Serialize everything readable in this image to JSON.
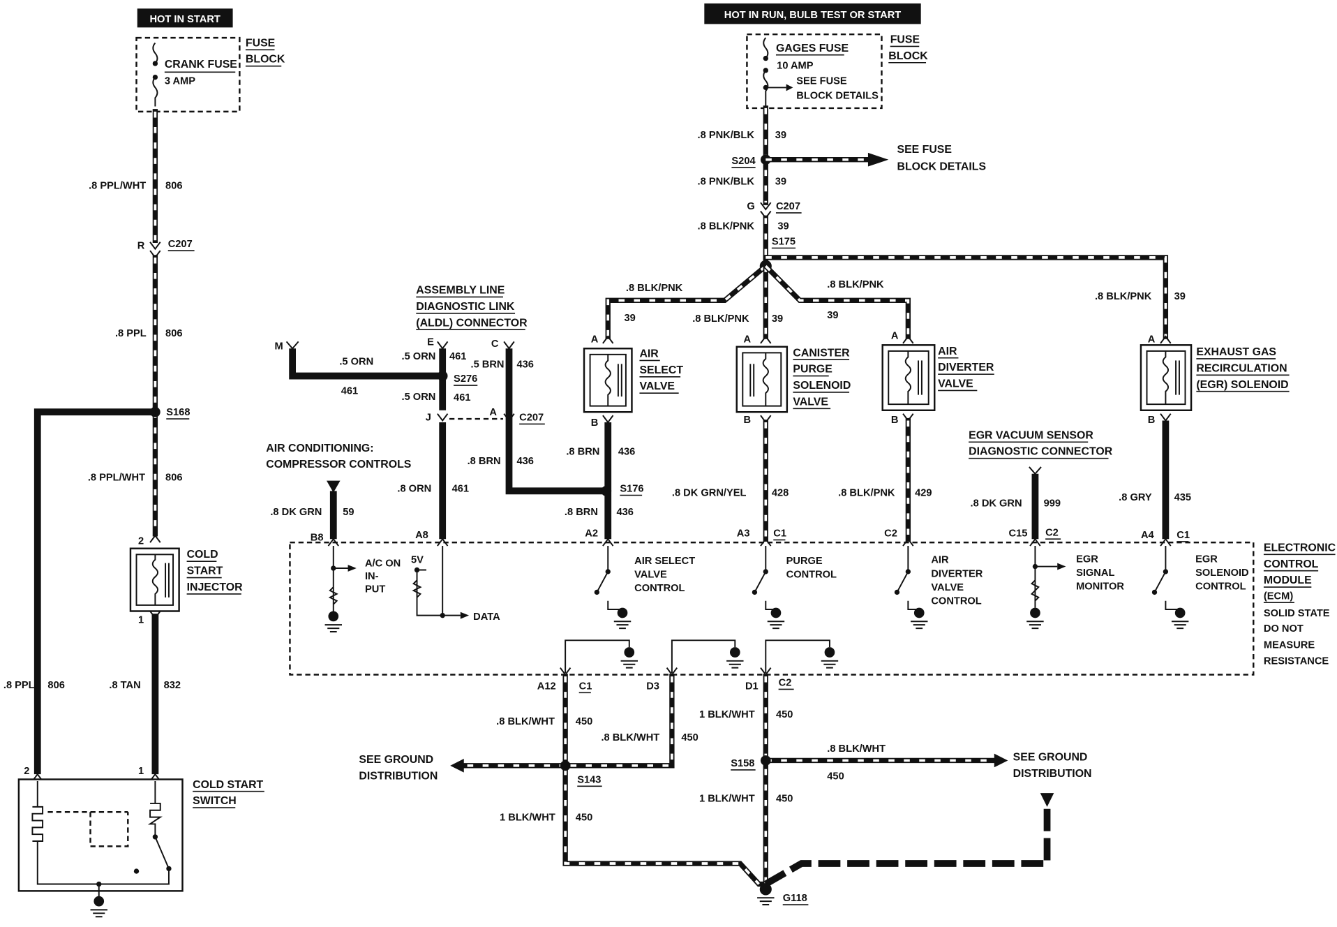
{
  "power": {
    "hot_in_start": "HOT IN START",
    "hot_in_run": "HOT IN RUN, BULB TEST OR START"
  },
  "fuse_block_left": {
    "fuse_label": "FUSE",
    "block_label": "BLOCK",
    "fuse_name": "CRANK FUSE",
    "fuse_rating": "3 AMP"
  },
  "fuse_block_right": {
    "fuse_label": "FUSE",
    "block_label": "BLOCK",
    "fuse_name": "GAGES FUSE",
    "fuse_rating": "10 AMP",
    "see_line1": "SEE FUSE",
    "see_line2": "BLOCK DETAILS"
  },
  "left_circuit": {
    "w1_gauge": ".8 PPL/WHT",
    "w1_num": "806",
    "pin_r": "R",
    "c207": "C207",
    "w2_gauge": ".8 PPL",
    "w2_num": "806",
    "s168": "S168",
    "w3_gauge": ".8 PPL/WHT",
    "w3_num": "806",
    "injector_pin_top": "2",
    "injector_pin_bottom": "1",
    "injector_l1": "COLD",
    "injector_l2": "START",
    "injector_l3": "INJECTOR",
    "w4_gauge": ".8 PPL",
    "w4_num": "806",
    "w5_gauge": ".8 TAN",
    "w5_num": "832",
    "switch_pin2": "2",
    "switch_pin1": "1",
    "switch_l1": "COLD START",
    "switch_l2": "SWITCH"
  },
  "top_right": {
    "w1_gauge": ".8 PNK/BLK",
    "w1_num": "39",
    "s204": "S204",
    "see_line1": "SEE FUSE",
    "see_line2": "BLOCK DETAILS",
    "w2_gauge": ".8 PNK/BLK",
    "w2_num": "39",
    "pin_g": "G",
    "c207": "C207",
    "w3_gauge": ".8 BLK/PNK",
    "w3_num": "39",
    "s175": "S175"
  },
  "branches": {
    "b1_gauge": ".8 BLK/PNK",
    "b1_num": "39",
    "b2_gauge": ".8 BLK/PNK",
    "b2_num": "39",
    "b3_gauge": ".8 BLK/PNK",
    "b3_num": "39",
    "b4_gauge": ".8 BLK/PNK",
    "b4_num": "39"
  },
  "aldl": {
    "l1": "ASSEMBLY LINE",
    "l2": "DIAGNOSTIC LINK",
    "l3": "(ALDL) CONNECTOR",
    "pin_m": "M",
    "pin_e": "E",
    "pin_c": "C",
    "w_m_gauge": ".5 ORN",
    "w_m_num": "461",
    "w_e_gauge": ".5 ORN",
    "w_e_num": "461",
    "w_c_gauge": ".5 BRN",
    "w_c_num": "436",
    "s276": "S276",
    "w_j_gauge": ".5 ORN",
    "w_j_num": "461",
    "pin_j": "J",
    "pin_a": "A",
    "c207": "C207",
    "w_brn_gauge": ".8 BRN",
    "w_brn_num": "436",
    "w_orn_gauge": ".8 ORN",
    "w_orn_num": "461"
  },
  "ac": {
    "l1": "AIR CONDITIONING:",
    "l2": "COMPRESSOR CONTROLS",
    "gauge": ".8 DK GRN",
    "num": "59"
  },
  "air_select": {
    "pin_a": "A",
    "pin_b": "B",
    "l1": "AIR",
    "l2": "SELECT",
    "l3": "VALVE",
    "w_gauge": ".8 BRN",
    "w_num": "436",
    "s176": "S176",
    "w2_gauge": ".8 BRN",
    "w2_num": "436"
  },
  "canister": {
    "pin_a": "A",
    "pin_b": "B",
    "l1": "CANISTER",
    "l2": "PURGE",
    "l3": "SOLENOID",
    "l4": "VALVE",
    "w_gauge": ".8 DK GRN/YEL",
    "w_num": "428"
  },
  "air_diverter": {
    "pin_a": "A",
    "pin_b": "B",
    "l1": "AIR",
    "l2": "DIVERTER",
    "l3": "VALVE",
    "w_gauge": ".8 BLK/PNK",
    "w_num": "429"
  },
  "egr_sensor": {
    "l1": "EGR VACUUM SENSOR",
    "l2": "DIAGNOSTIC CONNECTOR",
    "w_gauge": ".8 DK GRN",
    "w_num": "999"
  },
  "egr_solenoid": {
    "pin_a": "A",
    "pin_b": "B",
    "l1": "EXHAUST GAS",
    "l2": "RECIRCULATION",
    "l3": "(EGR) SOLENOID",
    "w_gauge": ".8 GRY",
    "w_num": "435"
  },
  "ecm": {
    "pins": {
      "b8": "B8",
      "a8": "A8",
      "a2": "A2",
      "a3": "A3",
      "c1a": "C1",
      "c2a": "C2",
      "c15": "C15",
      "c2b": "C2",
      "a4": "A4",
      "c1b": "C1"
    },
    "ac_l1": "A/C ON",
    "ac_l2": "IN-",
    "ac_l3": "PUT",
    "v5": "5V",
    "data": "DATA",
    "asv_l1": "AIR SELECT",
    "asv_l2": "VALVE",
    "asv_l3": "CONTROL",
    "purge_l1": "PURGE",
    "purge_l2": "CONTROL",
    "adv_l1": "AIR",
    "adv_l2": "DIVERTER",
    "adv_l3": "VALVE",
    "adv_l4": "CONTROL",
    "egrsig_l1": "EGR",
    "egrsig_l2": "SIGNAL",
    "egrsig_l3": "MONITOR",
    "egrsol_l1": "EGR",
    "egrsol_l2": "SOLENOID",
    "egrsol_l3": "CONTROL",
    "name_l1": "ELECTRONIC",
    "name_l2": "CONTROL",
    "name_l3": "MODULE",
    "name_l4": "(ECM)",
    "note_l1": "SOLID STATE",
    "note_l2": "DO NOT",
    "note_l3": "MEASURE",
    "note_l4": "RESISTANCE"
  },
  "ground": {
    "a12": "A12",
    "c1": "C1",
    "d3": "D3",
    "d1": "D1",
    "c2": "C2",
    "w1_gauge": ".8 BLK/WHT",
    "w1_num": "450",
    "w2_gauge": ".8 BLK/WHT",
    "w2_num": "450",
    "w3_gauge": "1 BLK/WHT",
    "w3_num": "450",
    "w4_gauge": ".8 BLK/WHT",
    "w4_num": "450",
    "w5_gauge": "1 BLK/WHT",
    "w5_num": "450",
    "w6_gauge": "1 BLK/WHT",
    "w6_num": "450",
    "see_left_l1": "SEE GROUND",
    "see_left_l2": "DISTRIBUTION",
    "see_right_l1": "SEE GROUND",
    "see_right_l2": "DISTRIBUTION",
    "s143": "S143",
    "s158": "S158",
    "g118": "G118"
  }
}
